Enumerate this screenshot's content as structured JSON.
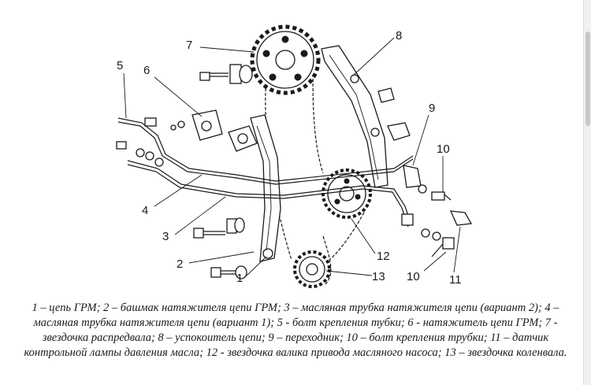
{
  "diagram": {
    "callouts": [
      {
        "id": "1",
        "label": "1"
      },
      {
        "id": "2",
        "label": "2"
      },
      {
        "id": "3",
        "label": "3"
      },
      {
        "id": "4",
        "label": "4"
      },
      {
        "id": "5",
        "label": "5"
      },
      {
        "id": "6",
        "label": "6"
      },
      {
        "id": "7",
        "label": "7"
      },
      {
        "id": "8",
        "label": "8"
      },
      {
        "id": "9",
        "label": "9"
      },
      {
        "id": "10a",
        "label": "10"
      },
      {
        "id": "10b",
        "label": "10"
      },
      {
        "id": "11",
        "label": "11"
      },
      {
        "id": "12",
        "label": "12"
      },
      {
        "id": "13",
        "label": "13"
      }
    ]
  },
  "caption": {
    "text": "1 – цепь ГРМ; 2 – башмак натяжителя цепи ГРМ; 3 – масляная трубка натяжителя цепи (вариант 2); 4 – масляная трубка натяжителя цепи (вариант 1); 5 - болт крепления тубки; 6 - натяжитель цепи ГРМ; 7 - звездочка распредвала; 8 – успокоитель цепи; 9 – переходник; 10 – болт крепления трубки; 11 – датчик контрольной лампы давления масла; 12 - звездочка валика привода масляного насоса; 13 – звездочка коленвала."
  }
}
